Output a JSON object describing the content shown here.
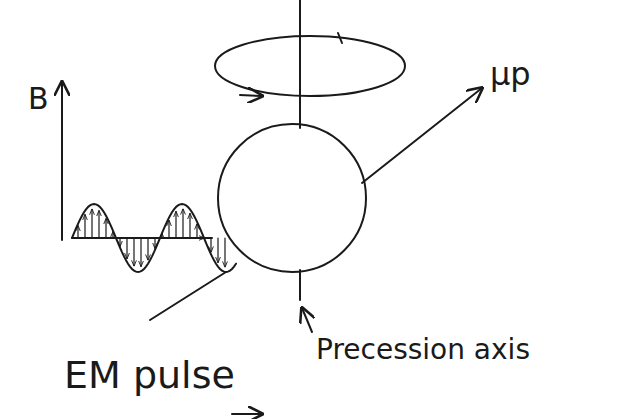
{
  "diagram": {
    "labels": [
      "B",
      "μp",
      "Precession axis",
      "EM pulse"
    ]
  }
}
